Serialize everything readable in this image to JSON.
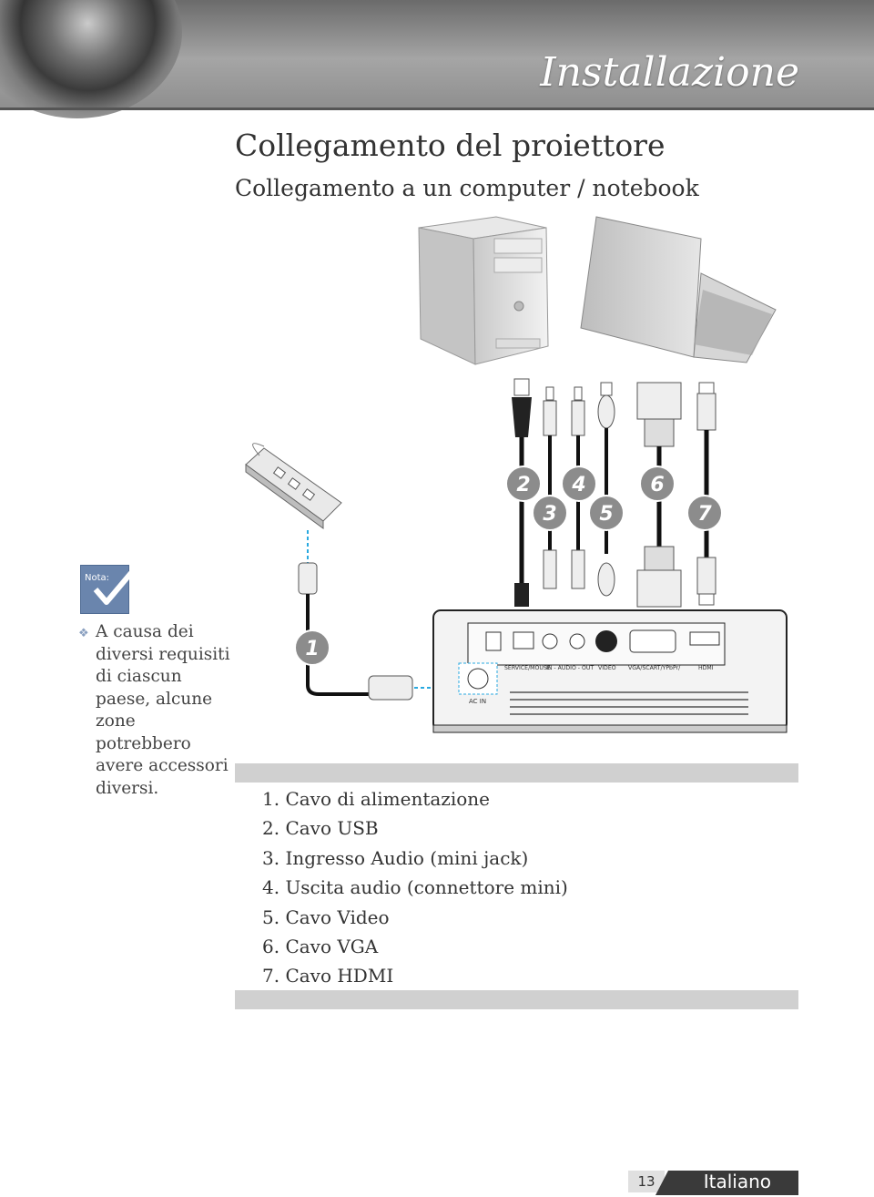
{
  "header": {
    "title": "Installazione"
  },
  "section": {
    "title": "Collegamento del proiettore",
    "subtitle": "Collegamento a un computer / notebook"
  },
  "note": {
    "label": "Nota:",
    "text": "A causa dei diversi requisiti di ciascun paese, alcune zone potrebbero avere accessori diversi."
  },
  "diagram": {
    "callouts": [
      "1",
      "2",
      "3",
      "4",
      "5",
      "6",
      "7"
    ],
    "ports": {
      "ac_in": "AC IN",
      "service": "SERVICE/MOUSE",
      "audio": "IN - AUDIO - OUT",
      "video": "VIDEO",
      "vga": "VGA/SCART/YPbPr/",
      "hdmi": "HDMI"
    }
  },
  "cables": [
    "1. Cavo di alimentazione",
    "2. Cavo USB",
    "3. Ingresso Audio (mini jack)",
    "4. Uscita audio (connettore mini)",
    "5. Cavo Video",
    "6. Cavo VGA",
    "7. Cavo HDMI"
  ],
  "footer": {
    "page_number": "13",
    "language": "Italiano"
  },
  "colors": {
    "callout_fill": "#8c8c8c",
    "link_dash": "#29a9e0",
    "note_box": "#6a85ad"
  }
}
